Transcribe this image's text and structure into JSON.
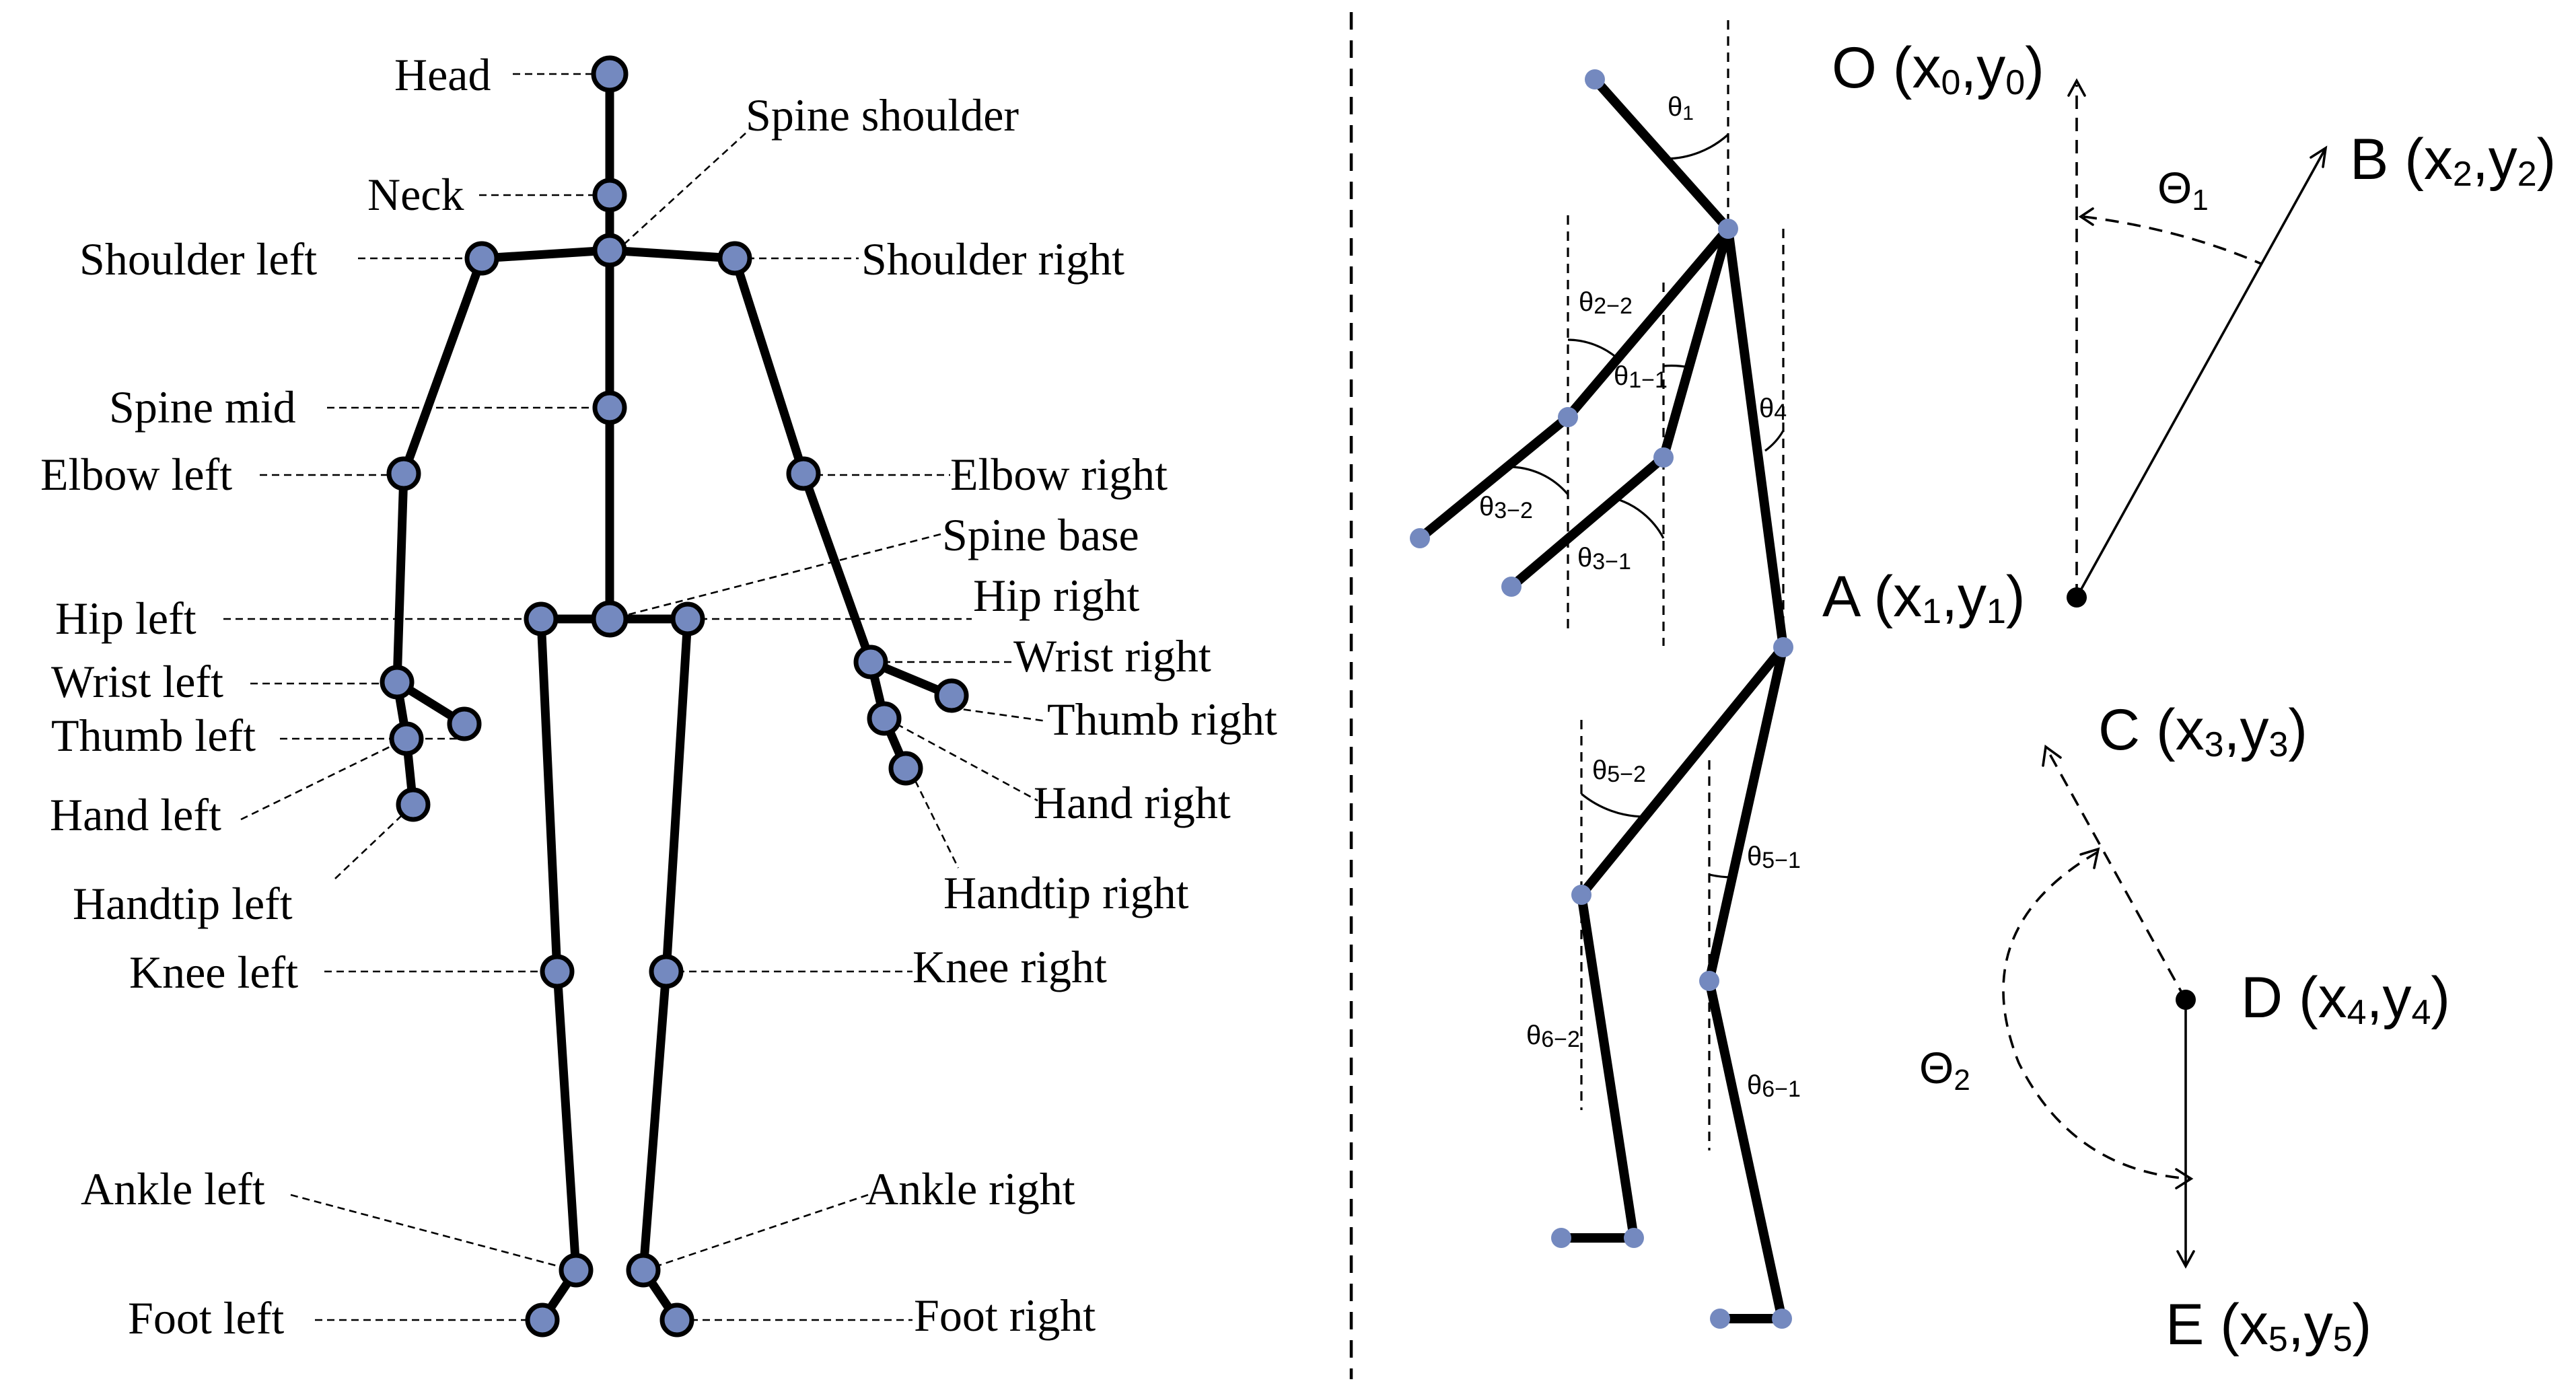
{
  "left_panel": {
    "joints": [
      {
        "id": "head",
        "label": "Head"
      },
      {
        "id": "neck",
        "label": "Neck"
      },
      {
        "id": "spine_shoulder",
        "label": "Spine shoulder"
      },
      {
        "id": "shoulder_left",
        "label": "Shoulder left"
      },
      {
        "id": "shoulder_right",
        "label": "Shoulder right"
      },
      {
        "id": "spine_mid",
        "label": "Spine mid"
      },
      {
        "id": "elbow_left",
        "label": "Elbow left"
      },
      {
        "id": "elbow_right",
        "label": "Elbow right"
      },
      {
        "id": "spine_base",
        "label": "Spine base"
      },
      {
        "id": "hip_left",
        "label": "Hip left"
      },
      {
        "id": "hip_right",
        "label": "Hip right"
      },
      {
        "id": "wrist_left",
        "label": "Wrist left"
      },
      {
        "id": "wrist_right",
        "label": "Wrist right"
      },
      {
        "id": "thumb_left",
        "label": "Thumb left"
      },
      {
        "id": "thumb_right",
        "label": "Thumb right"
      },
      {
        "id": "hand_left",
        "label": "Hand left"
      },
      {
        "id": "hand_right",
        "label": "Hand right"
      },
      {
        "id": "handtip_left",
        "label": "Handtip left"
      },
      {
        "id": "handtip_right",
        "label": "Handtip right"
      },
      {
        "id": "knee_left",
        "label": "Knee left"
      },
      {
        "id": "knee_right",
        "label": "Knee right"
      },
      {
        "id": "ankle_left",
        "label": "Ankle left"
      },
      {
        "id": "ankle_right",
        "label": "Ankle right"
      },
      {
        "id": "foot_left",
        "label": "Foot left"
      },
      {
        "id": "foot_right",
        "label": "Foot right"
      }
    ]
  },
  "right_panel": {
    "angles": [
      {
        "id": "theta1",
        "base": "θ",
        "sub": "1"
      },
      {
        "id": "theta2_2",
        "base": "θ",
        "sub": "2−2"
      },
      {
        "id": "theta1_1",
        "base": "θ",
        "sub": "1−1"
      },
      {
        "id": "theta4",
        "base": "θ",
        "sub": "4"
      },
      {
        "id": "theta3_2",
        "base": "θ",
        "sub": "3−2"
      },
      {
        "id": "theta3_1",
        "base": "θ",
        "sub": "3−1"
      },
      {
        "id": "theta5_2",
        "base": "θ",
        "sub": "5−2"
      },
      {
        "id": "theta5_1",
        "base": "θ",
        "sub": "5−1"
      },
      {
        "id": "theta6_2",
        "base": "θ",
        "sub": "6−2"
      },
      {
        "id": "theta6_1",
        "base": "θ",
        "sub": "6−1"
      }
    ],
    "points": [
      {
        "id": "O",
        "letter": "O",
        "x": "x",
        "xsub": "0",
        "y": "y",
        "ysub": "0"
      },
      {
        "id": "B",
        "letter": "B",
        "x": "x",
        "xsub": "2",
        "y": "y",
        "ysub": "2"
      },
      {
        "id": "A",
        "letter": "A",
        "x": "x",
        "xsub": "1",
        "y": "y",
        "ysub": "1"
      },
      {
        "id": "C",
        "letter": "C",
        "x": "x",
        "xsub": "3",
        "y": "y",
        "ysub": "3"
      },
      {
        "id": "D",
        "letter": "D",
        "x": "x",
        "xsub": "4",
        "y": "y",
        "ysub": "4"
      },
      {
        "id": "E",
        "letter": "E",
        "x": "x",
        "xsub": "5",
        "y": "y",
        "ysub": "5"
      }
    ],
    "vector_angles": [
      {
        "id": "Theta1",
        "base": "Θ",
        "sub": "1"
      },
      {
        "id": "Theta2",
        "base": "Θ",
        "sub": "2"
      }
    ],
    "joint_color": "#7489bf"
  }
}
